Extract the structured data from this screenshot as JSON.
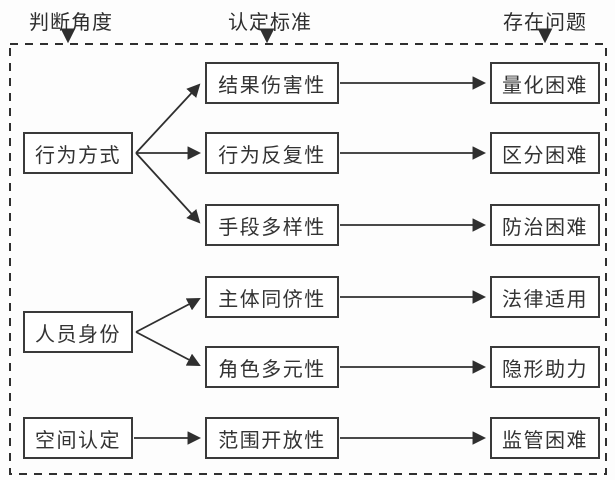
{
  "title_row": {
    "judgment_angle": "判断角度",
    "criteria": "认定标准",
    "problems": "存在问题"
  },
  "columns": {
    "left": [
      {
        "label": "行为方式"
      },
      {
        "label": "人员身份"
      },
      {
        "label": "空间认定"
      }
    ],
    "middle": [
      {
        "label": "结果伤害性"
      },
      {
        "label": "行为反复性"
      },
      {
        "label": "手段多样性"
      },
      {
        "label": "主体同侪性"
      },
      {
        "label": "角色多元性"
      },
      {
        "label": "范围开放性"
      }
    ],
    "right": [
      {
        "label": "量化困难"
      },
      {
        "label": "区分困难"
      },
      {
        "label": "防治困难"
      },
      {
        "label": "法律适用"
      },
      {
        "label": "隐形助力"
      },
      {
        "label": "监管困难"
      }
    ]
  },
  "edges": [
    {
      "from": "行为方式",
      "to": "结果伤害性"
    },
    {
      "from": "行为方式",
      "to": "行为反复性"
    },
    {
      "from": "行为方式",
      "to": "手段多样性"
    },
    {
      "from": "人员身份",
      "to": "主体同侪性"
    },
    {
      "from": "人员身份",
      "to": "角色多元性"
    },
    {
      "from": "空间认定",
      "to": "范围开放性"
    },
    {
      "from": "结果伤害性",
      "to": "量化困难"
    },
    {
      "from": "行为反复性",
      "to": "区分困难"
    },
    {
      "from": "手段多样性",
      "to": "防治困难"
    },
    {
      "from": "主体同侪性",
      "to": "法律适用"
    },
    {
      "from": "角色多元性",
      "to": "隐形助力"
    },
    {
      "from": "范围开放性",
      "to": "监管困难"
    }
  ],
  "colors": {
    "line": "#2f2f2f",
    "text": "#333333",
    "box_border": "#3a3a3a",
    "box_bg": "#ffffff"
  }
}
